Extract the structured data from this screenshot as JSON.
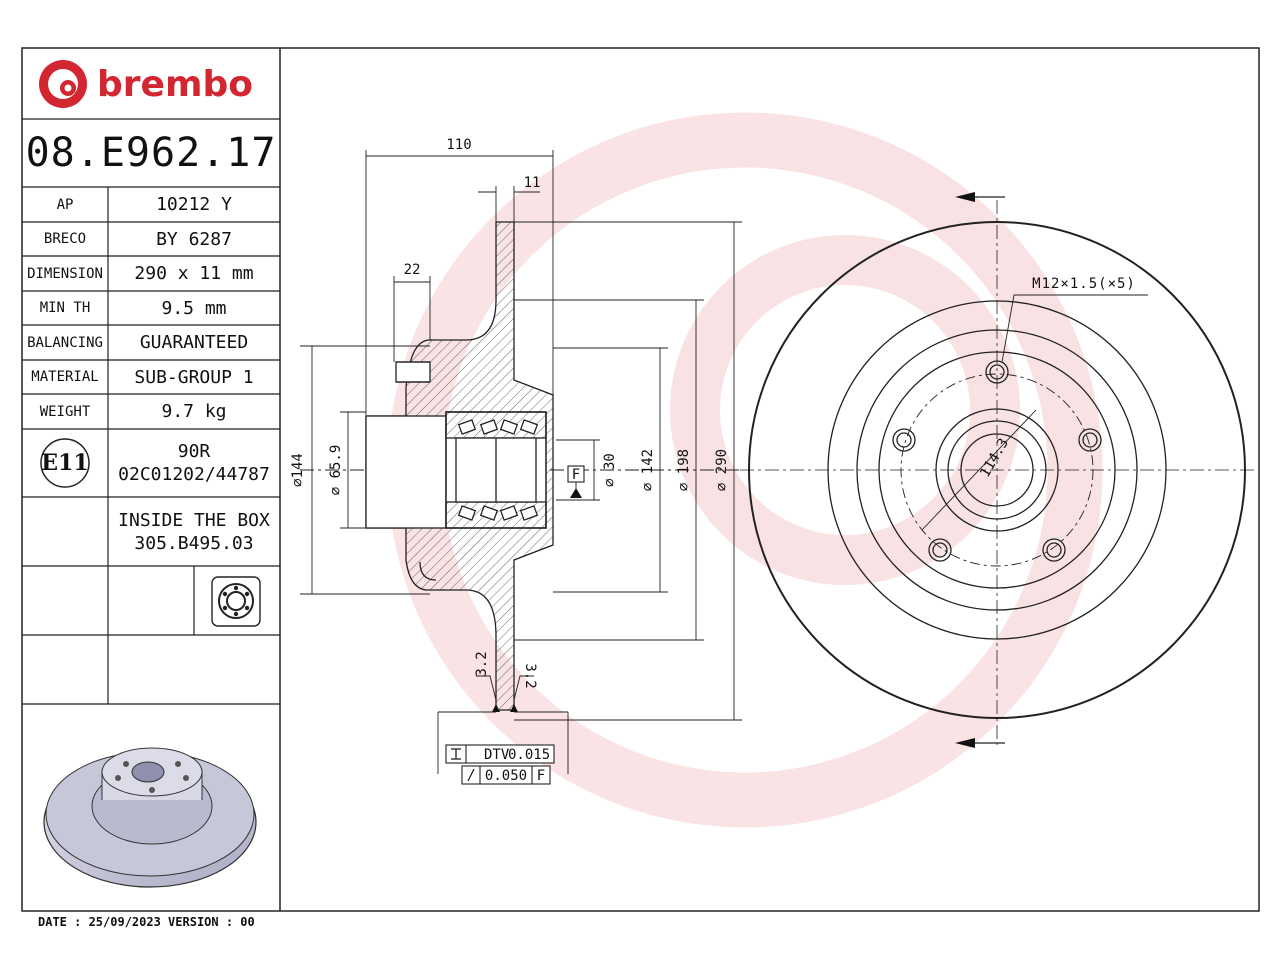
{
  "brand": {
    "name": "brembo",
    "color": "#d22630",
    "logo_icon": "brembo-logo-icon"
  },
  "part_number": "08.E962.17",
  "specs": [
    {
      "label": "AP",
      "value": "10212 Y"
    },
    {
      "label": "BRECO",
      "value": "BY 6287"
    },
    {
      "label": "DIMENSION",
      "value": "290 x 11 mm"
    },
    {
      "label": "MIN TH",
      "value": "9.5 mm"
    },
    {
      "label": "BALANCING",
      "value": "GUARANTEED"
    },
    {
      "label": "MATERIAL",
      "value": "SUB-GROUP 1"
    },
    {
      "label": "WEIGHT",
      "value": "9.7 kg"
    }
  ],
  "approval": {
    "badge": "E11",
    "line1": "90R",
    "line2": "02C01202/44787"
  },
  "inside_box": {
    "line1": "INSIDE THE BOX",
    "line2": "305.B495.03",
    "icon": "wheel-bearing-icon"
  },
  "footer": "DATE : 25/09/2023 VERSION : 00",
  "drawing": {
    "dims": {
      "overall_width": "110",
      "thickness": "11",
      "hub_offset": "22",
      "d144": "⌀144",
      "d65": "⌀ 65.9",
      "d30": "⌀ 30",
      "d142": "⌀ 142",
      "d198": "⌀ 198",
      "d290": "⌀ 290",
      "pcd": "114.3",
      "thread": "M12×1.5(×5)",
      "datum": "F",
      "surface1": "3.2",
      "surface2": "3.2"
    },
    "tolerances": {
      "dtv_label": "DTV",
      "dtv_value": "0.015",
      "runout_value": "0.050",
      "runout_datum": "F"
    }
  }
}
